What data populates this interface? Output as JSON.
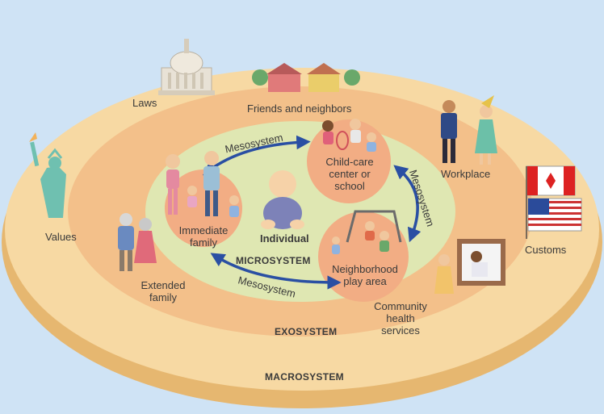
{
  "labels": {
    "laws": "Laws",
    "friends_neighbors": "Friends and neighbors",
    "workplace": "Workplace",
    "customs": "Customs",
    "values": "Values",
    "extended_family_1": "Extended",
    "extended_family_2": "family",
    "community_1": "Community",
    "community_2": "health",
    "community_3": "services",
    "childcare_1": "Child-care",
    "childcare_2": "center or",
    "childcare_3": "school",
    "immediate_1": "Immediate",
    "immediate_2": "family",
    "neighborhood_1": "Neighborhood",
    "neighborhood_2": "play area",
    "individual": "Individual",
    "microsystem": "MICROSYSTEM",
    "exosystem": "EXOSYSTEM",
    "macrosystem": "MACROSYSTEM",
    "mesosystem": "Mesosystem"
  },
  "colors": {
    "background": "#cfe3f5",
    "macro": "#f7d9a3",
    "exo": "#f3c08a",
    "micro": "#dfe7b2",
    "setting": "#f2ad84",
    "arrow": "#2a4fa3"
  }
}
